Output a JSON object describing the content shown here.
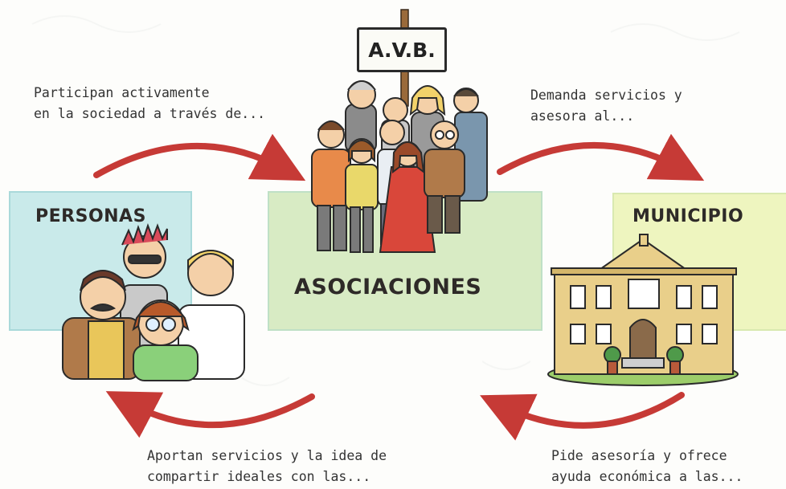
{
  "sign": "A.V.B.",
  "nodes": {
    "personas": "PERSONAS",
    "asociaciones": "ASOCIACIONES",
    "municipio": "MUNICIPIO"
  },
  "captions": {
    "top_left": "Participan activamente\nen la sociedad a través de...",
    "top_right": "Demanda servicios y\nasesora al...",
    "bottom_left": "Aportan servicios y la idea de\ncompartir ideales con las...",
    "bottom_right": "Pide asesoría y ofrece\nayuda económica a las..."
  },
  "colors": {
    "arrow": "#c63a36",
    "personas_box": "#c9eaea",
    "asociaciones_box": "#d8ebc4",
    "municipio_box": "#eef5bf"
  }
}
